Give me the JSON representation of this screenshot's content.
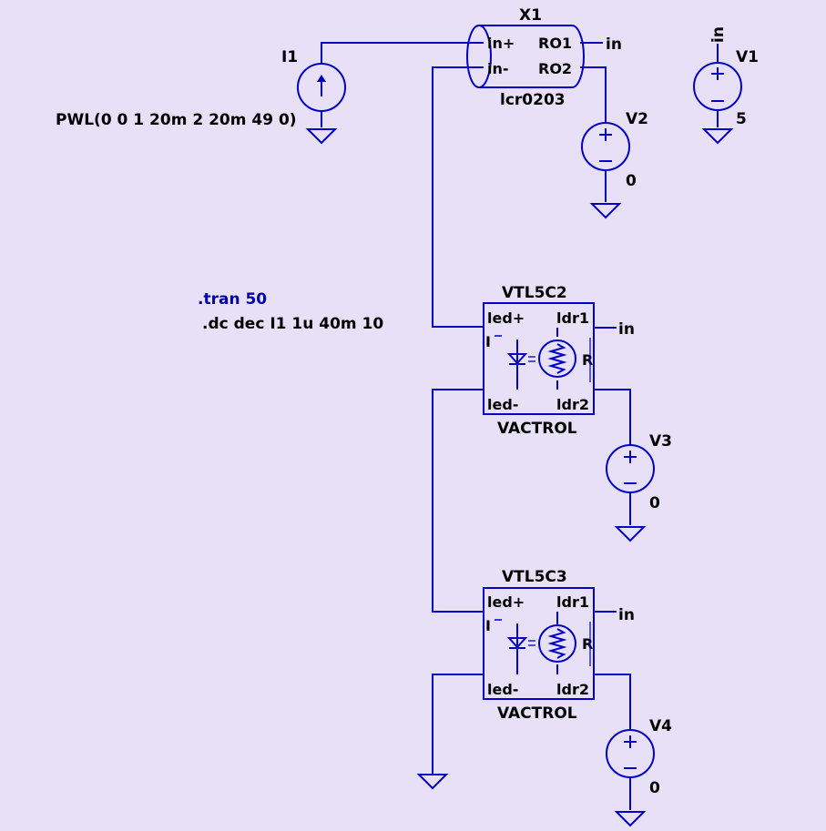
{
  "colors": {
    "background": "#e8e0f6",
    "wire": "#0000c8",
    "directive": "#0000a8",
    "text": "#000000"
  },
  "components": {
    "i1": {
      "name": "I1",
      "value": "PWL(0 0 1 20m 2 20m 49 0)",
      "icon": "current-source-icon"
    },
    "x1": {
      "name": "X1",
      "model": "lcr0203",
      "pins": {
        "in_plus": "in+",
        "in_minus": "in-",
        "ro1": "RO1",
        "ro2": "RO2"
      },
      "icon": "lcr-block-icon"
    },
    "v1": {
      "name": "V1",
      "value": "5",
      "node": "in",
      "icon": "voltage-source-icon"
    },
    "v2": {
      "name": "V2",
      "value": "0",
      "icon": "voltage-source-icon"
    },
    "v3": {
      "name": "V3",
      "value": "0",
      "icon": "voltage-source-icon"
    },
    "v4": {
      "name": "V4",
      "value": "0",
      "icon": "voltage-source-icon"
    },
    "vtl1": {
      "name": "VTL5C2",
      "type": "VACTROL",
      "pins": {
        "led_plus": "led+",
        "led_minus": "led-",
        "ldr1": "ldr1",
        "ldr2": "ldr2"
      },
      "i_marker": "I",
      "r_marker": "R",
      "icon": "vactrol-icon"
    },
    "vtl2": {
      "name": "VTL5C3",
      "type": "VACTROL",
      "pins": {
        "led_plus": "led+",
        "led_minus": "led-",
        "ldr1": "ldr1",
        "ldr2": "ldr2"
      },
      "i_marker": "I",
      "r_marker": "R",
      "icon": "vactrol-icon"
    }
  },
  "net_labels": {
    "in_x1": "in",
    "in_vtl1": "in",
    "in_vtl2": "in"
  },
  "directives": {
    "tran": ".tran 50",
    "dc": ".dc dec I1 1u 40m 10"
  }
}
